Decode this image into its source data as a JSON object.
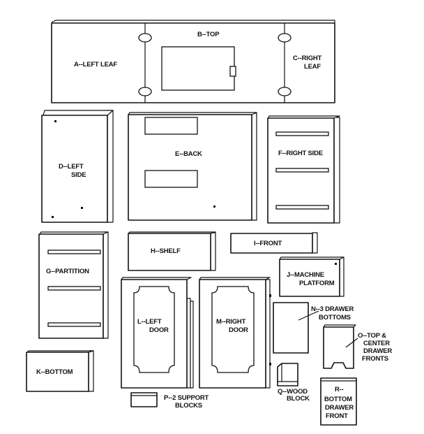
{
  "labels": {
    "a": [
      "A--LEFT LEAF"
    ],
    "b": [
      "B--TOP"
    ],
    "c": [
      "C--RIGHT",
      "LEAF"
    ],
    "d": [
      "D--LEFT",
      "SIDE"
    ],
    "e": [
      "E--BACK"
    ],
    "f": [
      "F--RIGHT SIDE"
    ],
    "g": [
      "G--PARTITION"
    ],
    "h": [
      "H--SHELF"
    ],
    "i": [
      "I--FRONT"
    ],
    "j": [
      "J--MACHINE",
      "PLATFORM"
    ],
    "k": [
      "K--BOTTOM"
    ],
    "l": [
      "L--LEFT",
      "DOOR"
    ],
    "m": [
      "M--RIGHT",
      "DOOR"
    ],
    "n": [
      "N--3 DRAWER",
      "BOTTOMS"
    ],
    "o": [
      "O--TOP &",
      "CENTER",
      "DRAWER",
      "FRONTS"
    ],
    "p": [
      "P--2 SUPPORT",
      "BLOCKS"
    ],
    "q": [
      "Q--WOOD",
      "BLOCK"
    ],
    "r": [
      "R--",
      "BOTTOM",
      "DRAWER",
      "FRONT"
    ]
  }
}
